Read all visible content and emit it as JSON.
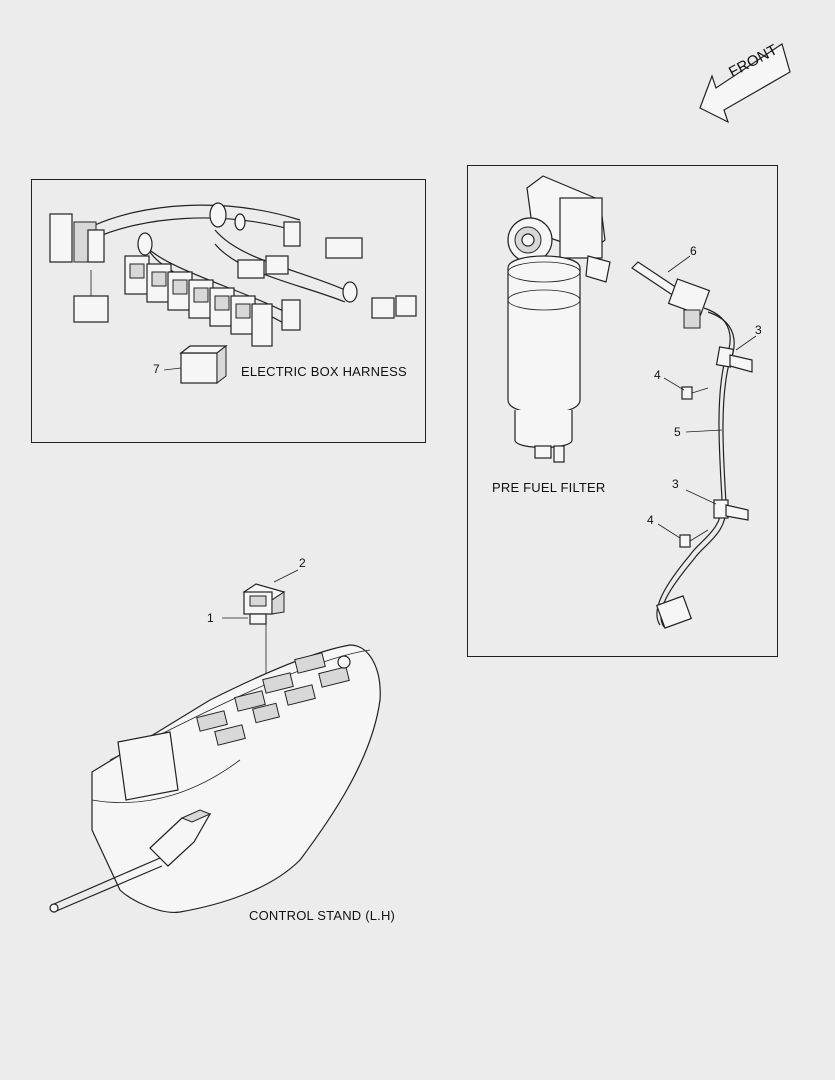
{
  "front_arrow": {
    "label": "FRONT"
  },
  "sections": {
    "electric_box_harness": {
      "title": "ELECTRIC BOX HARNESS"
    },
    "pre_fuel_filter": {
      "title": "PRE FUEL FILTER"
    },
    "control_stand": {
      "title": "CONTROL STAND (L.H)"
    }
  },
  "callouts": {
    "c1": "1",
    "c2": "2",
    "c3a": "3",
    "c3b": "3",
    "c4a": "4",
    "c4b": "4",
    "c5": "5",
    "c6": "6",
    "c7": "7"
  }
}
